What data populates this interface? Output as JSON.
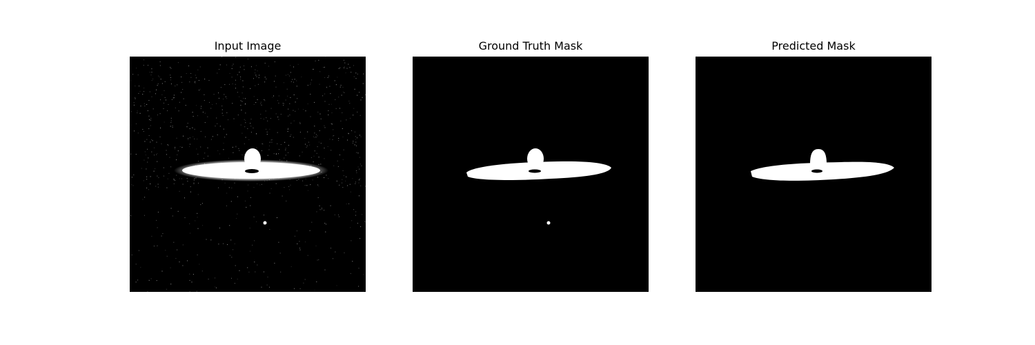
{
  "panels": [
    {
      "title": "Input Image"
    },
    {
      "title": "Ground Truth Mask"
    },
    {
      "title": "Predicted Mask"
    }
  ],
  "colors": {
    "figure_background": "#ffffff",
    "image_background": "#000000",
    "foreground": "#ffffff"
  }
}
